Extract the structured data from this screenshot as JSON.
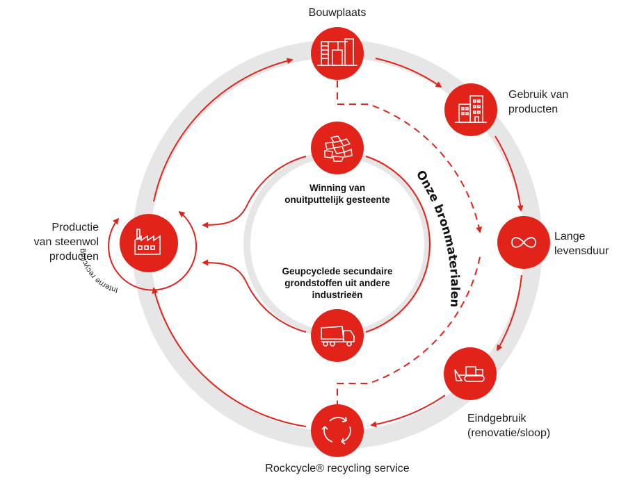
{
  "stages": {
    "bouwplaats": "Bouwplaats",
    "gebruik_line1": "Gebruik van",
    "gebruik_line2": "producten",
    "lange_line1": "Lange",
    "lange_line2": "levensduur",
    "eindgebruik_line1": "Eindgebruik",
    "eindgebruik_line2": "(renovatie/sloop)",
    "rockcycle": "Rockcycle® recycling service",
    "productie_line1": "Productie",
    "productie_line2": "van steenwol",
    "productie_line3": "producten"
  },
  "inner": {
    "winning_line1": "Winning van",
    "winning_line2": "onuitputtelijk gesteente",
    "secundair_line1": "Geupcyclede secundaire",
    "secundair_line2": "grondstoffen uit andere",
    "secundair_line3": "industrieën"
  },
  "arc_labels": {
    "bronmaterialen": "Onze bronmaterialen",
    "interne_recycling": "Interne recycling"
  },
  "colors": {
    "accent": "#e2231a",
    "ring": "#e6e6e6"
  },
  "icons": [
    "construction-site-icon",
    "buildings-icon",
    "infinity-icon",
    "bulldozer-icon",
    "recycle-arrows-icon",
    "factory-icon",
    "rocks-icon",
    "dump-truck-icon"
  ]
}
